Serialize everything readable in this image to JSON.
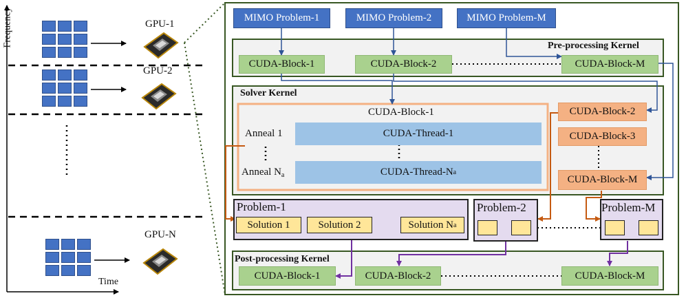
{
  "left": {
    "y_axis_label": "Frequency",
    "x_axis_label": "Time",
    "gpus": [
      "GPU-1",
      "GPU-2",
      "GPU-N"
    ]
  },
  "mimo_problems": [
    "MIMO Problem-1",
    "MIMO Problem-2",
    "MIMO Problem-M"
  ],
  "pre_kernel": {
    "title": "Pre-processing Kernel",
    "blocks": [
      "CUDA-Block-1",
      "CUDA-Block-2",
      "CUDA-Block-M"
    ]
  },
  "solver_kernel": {
    "title": "Solver Kernel",
    "block1_title": "CUDA-Block-1",
    "anneal_1": "Anneal 1",
    "anneal_na_prefix": "Anneal N",
    "anneal_na_sub": "a",
    "thread_1": "CUDA-Thread-1",
    "thread_na_prefix": "CUDA-Thread-N",
    "thread_na_sub": "a",
    "right_blocks": [
      "CUDA-Block-2",
      "CUDA-Block-3",
      "CUDA-Block-M"
    ]
  },
  "problems": {
    "p1_title": "Problem-1",
    "solution_1": "Solution 1",
    "solution_2": "Solution 2",
    "solution_na_prefix": "Solution N",
    "solution_na_sub": "a",
    "p2_title": "Problem-2",
    "pm_title": "Problem-M"
  },
  "post_kernel": {
    "title": "Post-processing Kernel",
    "blocks": [
      "CUDA-Block-1",
      "CUDA-Block-2",
      "CUDA-Block-M"
    ]
  },
  "colors": {
    "mimo_blue": "#4472c4",
    "cuda_green": "#a9d18e",
    "cuda_orange": "#f4b183",
    "thread_blue": "#9dc3e6",
    "solution_yellow": "#ffe699",
    "problem_purple": "#e4dbef",
    "kernel_border": "#385723",
    "solver_border": "#f4b183",
    "arrow_blue": "#2f5597",
    "arrow_orange": "#c55a11",
    "arrow_purple": "#7030a0"
  },
  "icons": [
    "gpu-card-icon",
    "arrow-icon"
  ]
}
